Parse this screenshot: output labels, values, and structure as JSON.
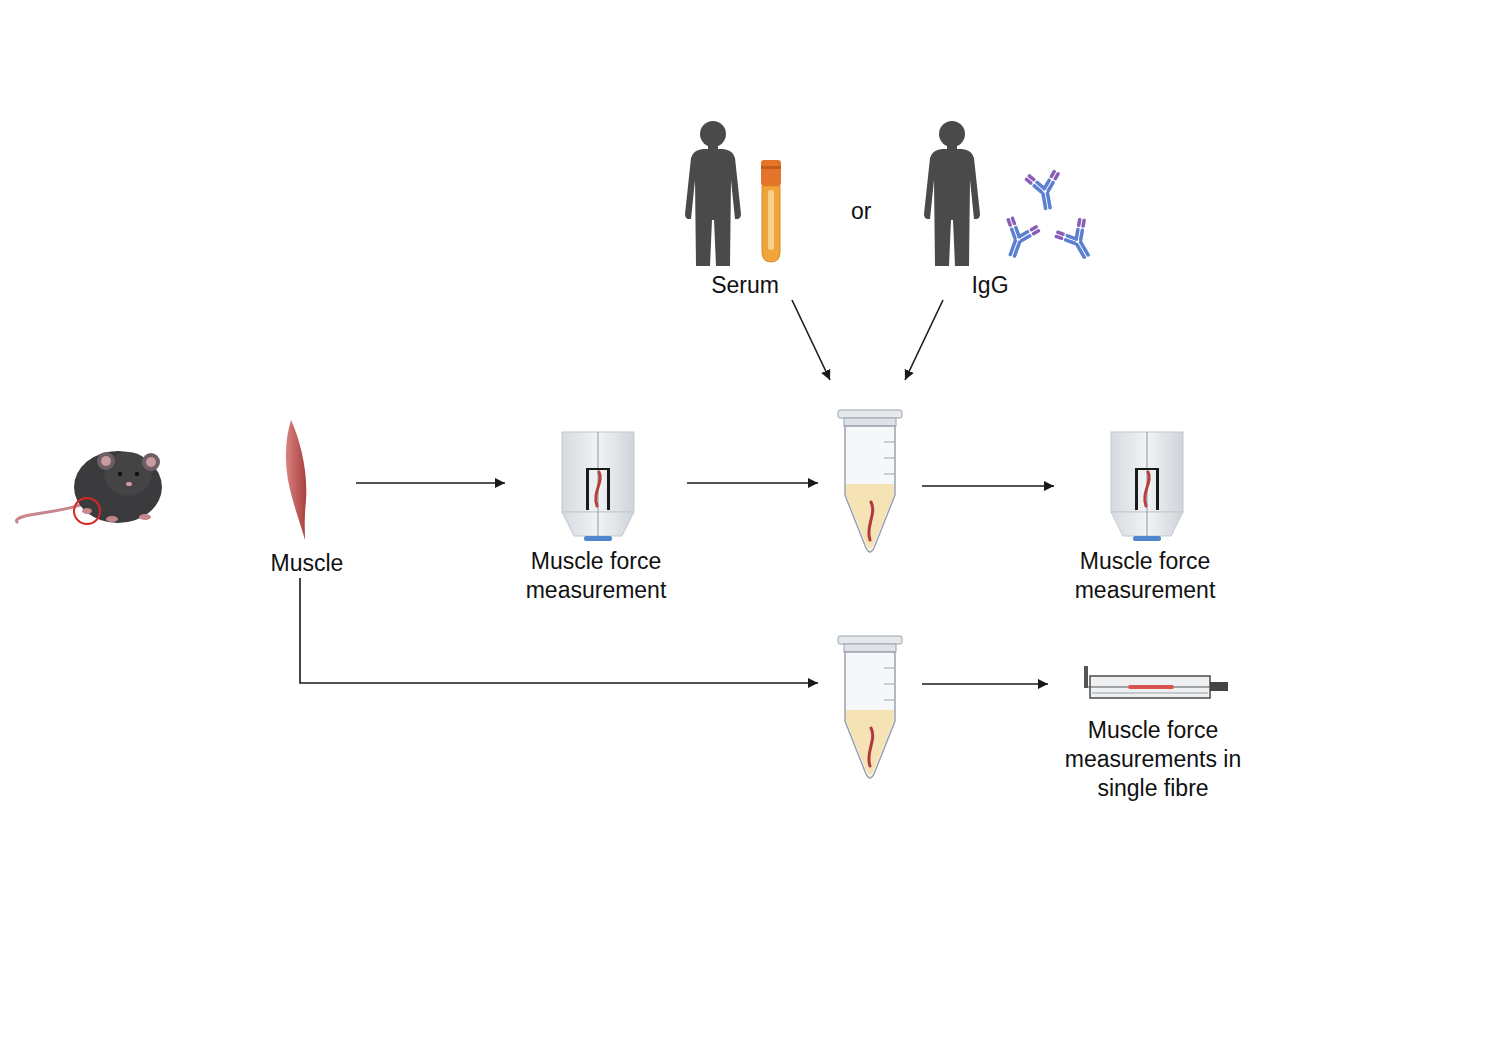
{
  "diagram": {
    "nodes": [
      {
        "text": [
          "Serum"
        ]
      },
      {
        "text": [
          "IgG"
        ]
      },
      {
        "text": [
          "Muscle"
        ]
      },
      {
        "text": [
          "Muscle force measurement"
        ]
      },
      {
        "text": []
      },
      {
        "text": [
          "Muscle force measurement"
        ]
      },
      {
        "text": []
      },
      {
        "text": [
          "Muscle force measurements in single fibre"
        ]
      }
    ],
    "edges": [
      {
        "from": 0,
        "to": 4,
        "arrow": "to"
      },
      {
        "from": 1,
        "to": 4,
        "arrow": "to"
      },
      {
        "from": 2,
        "to": 3,
        "arrow": "to"
      },
      {
        "from": 3,
        "to": 4,
        "arrow": "to"
      },
      {
        "from": 4,
        "to": 5,
        "arrow": "to"
      },
      {
        "from": 2,
        "to": 6,
        "arrow": "to"
      },
      {
        "from": 6,
        "to": 7,
        "arrow": "to"
      }
    ],
    "labels": [
      "or"
    ]
  }
}
